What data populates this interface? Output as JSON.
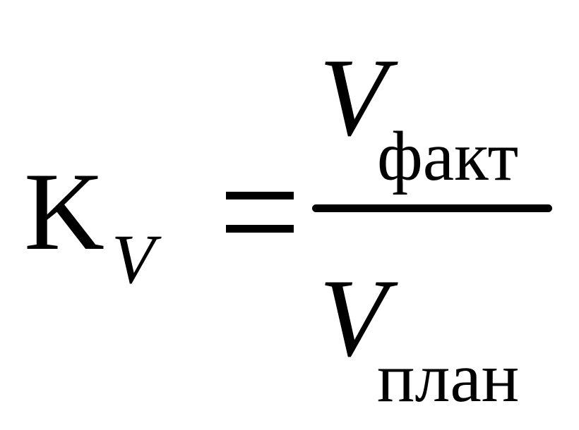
{
  "formula": {
    "lhs": {
      "main": "K",
      "subscript": "V"
    },
    "operator": "=",
    "numerator": {
      "main": "V",
      "subscript": "факт"
    },
    "denominator": {
      "main": "V",
      "subscript": "план"
    }
  }
}
